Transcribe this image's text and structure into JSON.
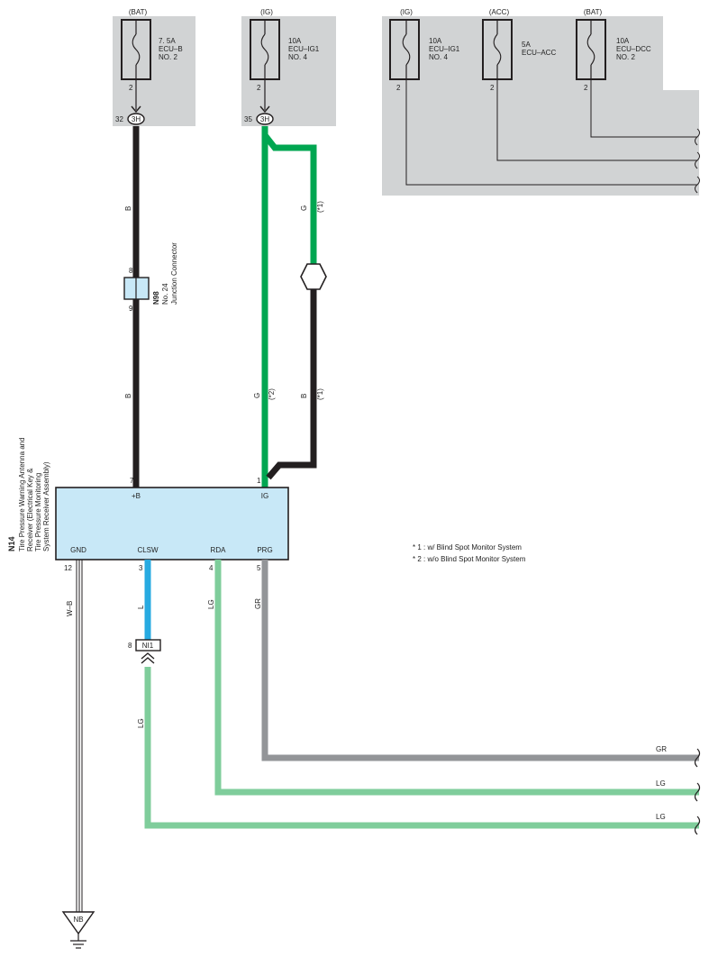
{
  "fuses": [
    {
      "source": "(BAT)",
      "rating": "7. 5A",
      "name": "ECU–B",
      "number": "NO. 2",
      "pin": "2"
    },
    {
      "source": "(IG)",
      "rating": "10A",
      "name": "ECU–IG1",
      "number": "NO. 4",
      "pin": "2"
    },
    {
      "source": "(IG)",
      "rating": "10A",
      "name": "ECU–IG1",
      "number": "NO. 4",
      "pin": "2"
    },
    {
      "source": "(ACC)",
      "rating": "5A",
      "name": "ECU–ACC",
      "number": "",
      "pin": "2"
    },
    {
      "source": "(BAT)",
      "rating": "10A",
      "name": "ECU–DCC",
      "number": "NO. 2",
      "pin": "2"
    }
  ],
  "connectors": {
    "c1": {
      "pin": "32",
      "id": "3H"
    },
    "c2": {
      "pin": "35",
      "id": "3H"
    },
    "jc_top_pin": "8",
    "jc_bottom_pin": "9",
    "jc_id": "N98",
    "jc_name": "No. 24",
    "jc_desc": "Junction Connector",
    "ni1_pin": "8",
    "ni1_id": "NI1"
  },
  "wires": {
    "b1": "B",
    "b2": "B",
    "g1": "G",
    "g1_note": "(*1)",
    "g2": "G",
    "g2_note": "(*2)",
    "b3": "B",
    "b3_note": "(*1)",
    "wb": "W–B",
    "l": "L",
    "lg1": "LG",
    "gr": "GR",
    "lg2": "LG",
    "out_gr": "GR",
    "out_lg1": "LG",
    "out_lg2": "LG"
  },
  "module": {
    "id": "N14",
    "desc_lines": [
      "Tire Pressure Warning Antenna and",
      "Receiver (Electrical Key &",
      "Tire Pressure Monitoring",
      "System Receiver Assembly)"
    ],
    "pins_top": [
      {
        "pin": "7",
        "label": "+B"
      },
      {
        "pin": "1",
        "label": "IG"
      }
    ],
    "pins_bottom": [
      {
        "pin": "12",
        "label": "GND"
      },
      {
        "pin": "3",
        "label": "CLSW"
      },
      {
        "pin": "4",
        "label": "RDA"
      },
      {
        "pin": "5",
        "label": "PRG"
      }
    ]
  },
  "notes": [
    "* 1 : w/ Blind Spot Monitor System",
    "* 2 : w/o Blind Spot Monitor System"
  ],
  "ground": "NB",
  "colors": {
    "black": "#231f20",
    "green": "#00a651",
    "light_green": "#7fcd9b",
    "blue": "#27aae1",
    "gray": "#939598",
    "panel": "#d1d3d4",
    "module_fill": "#c8e8f7"
  }
}
